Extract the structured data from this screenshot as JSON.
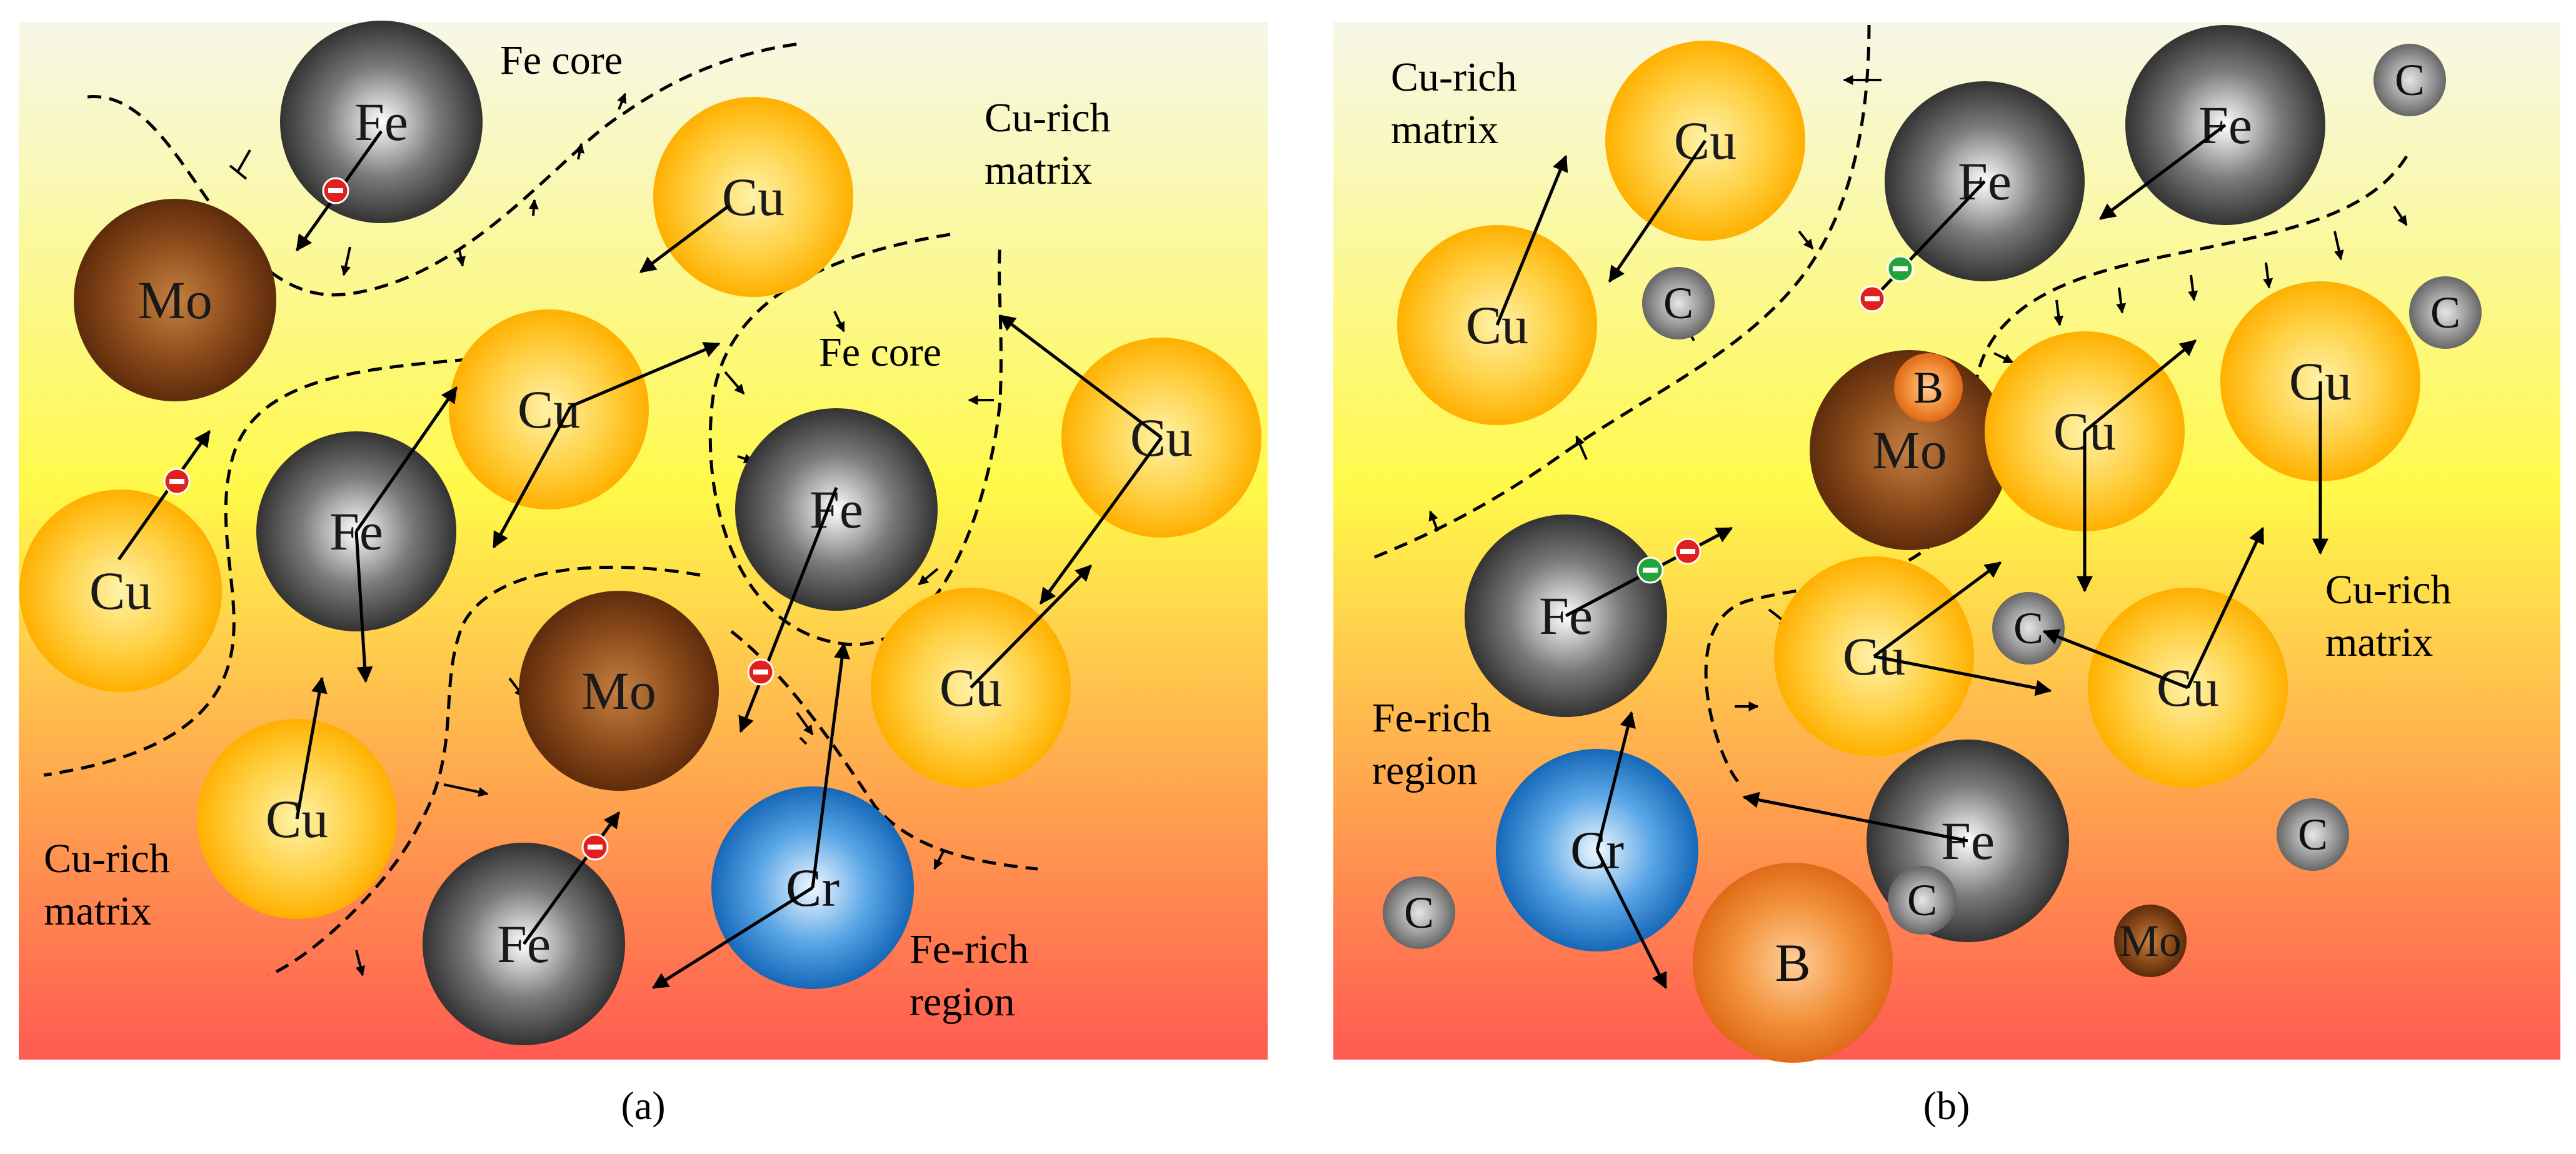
{
  "panel_a": {
    "caption": "(a)",
    "particles": [
      {
        "label": "Fe",
        "kind": "Fe"
      },
      {
        "label": "Mo",
        "kind": "Mo"
      },
      {
        "label": "Cu",
        "kind": "Cu"
      },
      {
        "label": "Cu",
        "kind": "Cu"
      },
      {
        "label": "Cu",
        "kind": "Cu"
      },
      {
        "label": "Fe",
        "kind": "Fe"
      },
      {
        "label": "Fe",
        "kind": "Fe"
      },
      {
        "label": "Cu",
        "kind": "Cu"
      },
      {
        "label": "Mo",
        "kind": "Mo"
      },
      {
        "label": "Cu",
        "kind": "Cu"
      },
      {
        "label": "Cu",
        "kind": "Cu"
      },
      {
        "label": "Fe",
        "kind": "Fe"
      },
      {
        "label": "Cr",
        "kind": "Cr"
      }
    ],
    "region_labels": [
      {
        "lines": [
          "Fe core"
        ]
      },
      {
        "lines": [
          "Cu-rich",
          "matrix"
        ]
      },
      {
        "lines": [
          "Fe core"
        ]
      },
      {
        "lines": [
          "Cu-rich",
          "matrix"
        ]
      },
      {
        "lines": [
          "Fe-rich",
          "region"
        ]
      }
    ]
  },
  "panel_b": {
    "caption": "(b)",
    "particles": [
      {
        "label": "Cu",
        "kind": "Cu"
      },
      {
        "label": "Fe",
        "kind": "Fe"
      },
      {
        "label": "Fe",
        "kind": "Fe"
      },
      {
        "label": "C",
        "kind": "C"
      },
      {
        "label": "Cu",
        "kind": "Cu"
      },
      {
        "label": "C",
        "kind": "C"
      },
      {
        "label": "Mo",
        "kind": "Mo"
      },
      {
        "label": "B",
        "kind": "B"
      },
      {
        "label": "C",
        "kind": "C"
      },
      {
        "label": "Cu",
        "kind": "Cu"
      },
      {
        "label": "Cu",
        "kind": "Cu"
      },
      {
        "label": "Fe",
        "kind": "Fe"
      },
      {
        "label": "Cu",
        "kind": "Cu"
      },
      {
        "label": "C",
        "kind": "C"
      },
      {
        "label": "Cu",
        "kind": "Cu"
      },
      {
        "label": "Fe",
        "kind": "Fe"
      },
      {
        "label": "Cr",
        "kind": "Cr"
      },
      {
        "label": "C",
        "kind": "C"
      },
      {
        "label": "C",
        "kind": "C"
      },
      {
        "label": "Mo",
        "kind": "Mo"
      },
      {
        "label": "B",
        "kind": "B"
      },
      {
        "label": "C",
        "kind": "C"
      }
    ],
    "region_labels": [
      {
        "lines": [
          "Cu-rich",
          "matrix"
        ]
      },
      {
        "lines": [
          "Cu-rich",
          "matrix"
        ]
      },
      {
        "lines": [
          "Fe-rich",
          "region"
        ]
      }
    ]
  },
  "colors": {
    "bg_top": "#f7f7e9",
    "bg_mid": "#fff94a",
    "bg_bottom": "#ff5a52",
    "Fe": [
      "#ffffff",
      "#3a3a3a"
    ],
    "Cu": [
      "#fff0a0",
      "#ffb300"
    ],
    "Mo": [
      "#c07a3a",
      "#6a3410"
    ],
    "Cr": [
      "#e8f4ff",
      "#1a72c2"
    ],
    "C": [
      "#d8d8d8",
      "#6a6a6a"
    ],
    "B": [
      "#ffc27a",
      "#e0701c"
    ],
    "stop_red": "#e0201c",
    "stop_green": "#22a43a"
  }
}
